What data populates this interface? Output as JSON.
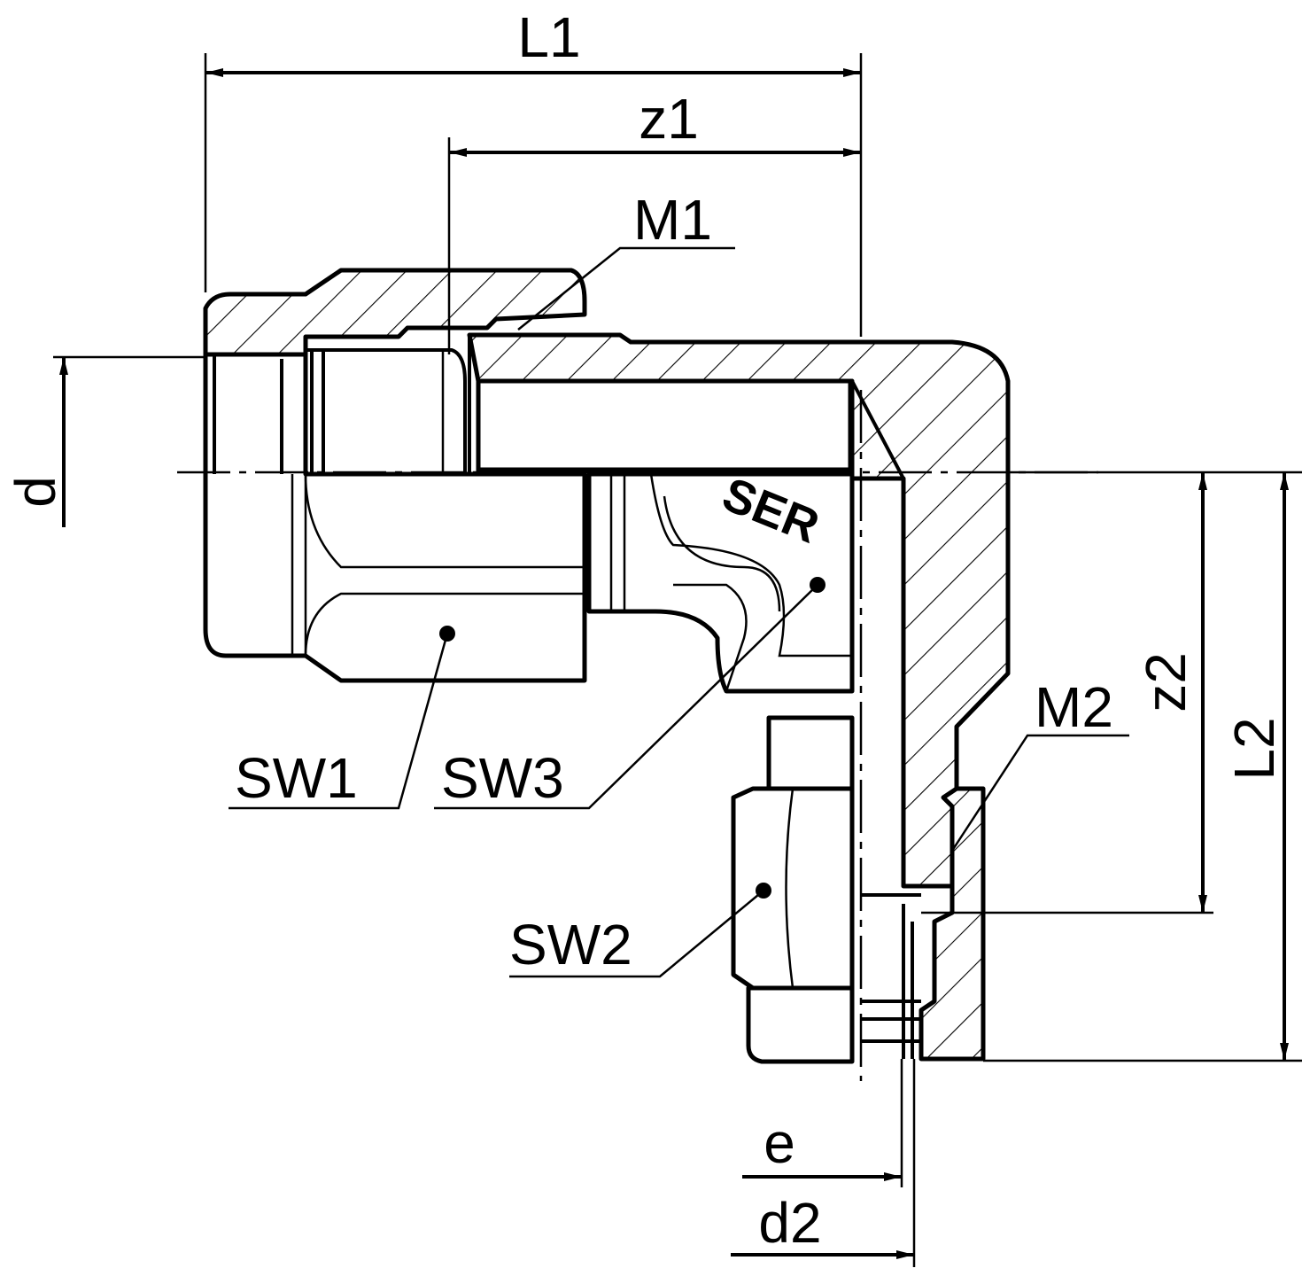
{
  "title": "",
  "dimensions": {
    "L1": "L1",
    "z1": "z1",
    "M1": "M1",
    "d": "d",
    "z2": "z2",
    "L2": "L2",
    "M2": "M2",
    "e": "e",
    "d2": "d2"
  },
  "parts": {
    "SW1": "SW1",
    "SW2": "SW2",
    "SW3": "SW3"
  },
  "stamp": "SER"
}
